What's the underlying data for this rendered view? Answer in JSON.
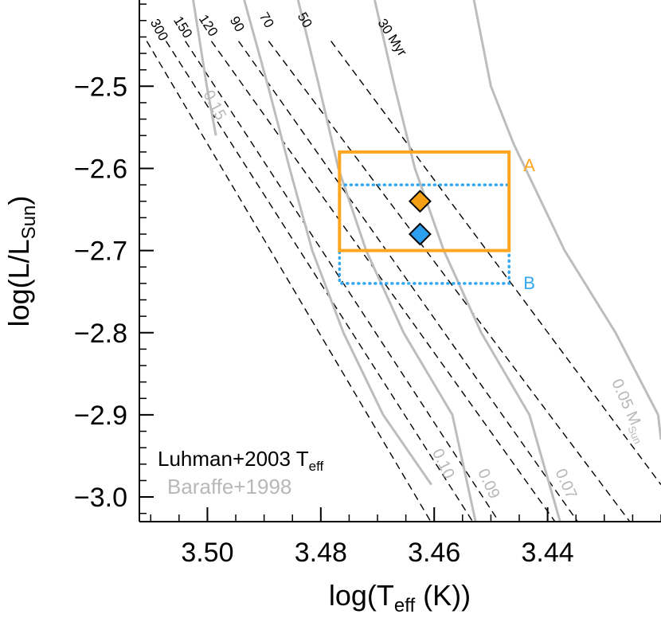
{
  "chart_data": {
    "type": "line",
    "xlabel": {
      "main": "log(T",
      "sub": "eff",
      "end": " (K))"
    },
    "ylabel": {
      "main": "log(L/L",
      "sub": "Sun",
      "end": ")"
    },
    "xlim": [
      3.512,
      3.42
    ],
    "ylim": [
      -3.03,
      -2.395
    ],
    "xticks": [
      3.5,
      3.48,
      3.46,
      3.44
    ],
    "xtick_labels": [
      "3.50",
      "3.48",
      "3.46",
      "3.44"
    ],
    "xminor_step": 0.005,
    "yticks": [
      -2.5,
      -2.6,
      -2.7,
      -2.8,
      -2.9,
      -3.0
    ],
    "ytick_labels": [
      "−2.5",
      "−2.6",
      "−2.7",
      "−2.8",
      "−2.9",
      "−3.0"
    ],
    "yminor_step": 0.02,
    "isochrones": [
      {
        "label": "300",
        "x": [
          3.5107,
          3.4606
        ],
        "y": [
          -2.445,
          -3.03
        ]
      },
      {
        "label": "150",
        "x": [
          3.5073,
          3.4532
        ],
        "y": [
          -2.445,
          -3.03
        ]
      },
      {
        "label": "120",
        "x": [
          3.5039,
          3.4486
        ],
        "y": [
          -2.445,
          -3.03
        ]
      },
      {
        "label": "90",
        "x": [
          3.4993,
          3.4387
        ],
        "y": [
          -2.445,
          -3.03
        ]
      },
      {
        "label": "70",
        "x": [
          3.4945,
          3.4347
        ],
        "y": [
          -2.445,
          -3.03
        ]
      },
      {
        "label": "50",
        "x": [
          3.4892,
          3.4255
        ],
        "y": [
          -2.445,
          -3.03
        ]
      },
      {
        "label": "30 Myr",
        "x": [
          3.4782,
          3.42
        ],
        "y": [
          -2.445,
          -2.985
        ]
      }
    ],
    "mass_tracks": [
      {
        "label": "0.15",
        "x": [
          3.5025,
          3.5001,
          3.4985
        ],
        "y": [
          -2.395,
          -2.5,
          -2.56
        ]
      },
      {
        "label": "0.10",
        "x": [
          3.4935,
          3.4893,
          3.4855,
          3.4815,
          3.476,
          3.469,
          3.4605
        ],
        "y": [
          -2.395,
          -2.5,
          -2.6,
          -2.7,
          -2.8,
          -2.9,
          -2.985
        ]
      },
      {
        "label": "0.09",
        "x": [
          3.484,
          3.4803,
          3.4769,
          3.472,
          3.4654,
          3.4568,
          3.4527
        ],
        "y": [
          -2.395,
          -2.5,
          -2.6,
          -2.7,
          -2.8,
          -2.9,
          -3.03
        ]
      },
      {
        "label": "0.07",
        "x": [
          3.4705,
          3.467,
          3.4634,
          3.4583,
          3.4517,
          3.4432,
          3.4378
        ],
        "y": [
          -2.395,
          -2.5,
          -2.6,
          -2.7,
          -2.8,
          -2.9,
          -3.03
        ]
      },
      {
        "label": "0.05",
        "label_unit": "M",
        "label_sub": "Sun",
        "x": [
          3.453,
          3.45,
          3.446,
          3.437,
          3.428,
          3.4205,
          3.42
        ],
        "y": [
          -2.395,
          -2.5,
          -2.57,
          -2.7,
          -2.8,
          -2.9,
          -2.93
        ]
      }
    ],
    "boxes": [
      {
        "label": "A",
        "x": [
          3.4767,
          3.4468
        ],
        "y": [
          -2.58,
          -2.7
        ],
        "color": "#ffa51f",
        "style": "solid"
      },
      {
        "label": "B",
        "x": [
          3.4767,
          3.4468
        ],
        "y": [
          -2.62,
          -2.74
        ],
        "color": "#33a7ee",
        "style": "dotted"
      }
    ],
    "points": [
      {
        "x": 3.4625,
        "y": -2.64,
        "color": "#f3a013"
      },
      {
        "x": 3.4625,
        "y": -2.68,
        "color": "#2d9ff0"
      }
    ],
    "legend": [
      {
        "text": "Luhman+2003 T",
        "sub": "eff"
      },
      {
        "text": "Baraffe+1998"
      }
    ],
    "colors": {
      "isochrone": "#000000",
      "mass_track": "#bdbdbd"
    }
  }
}
